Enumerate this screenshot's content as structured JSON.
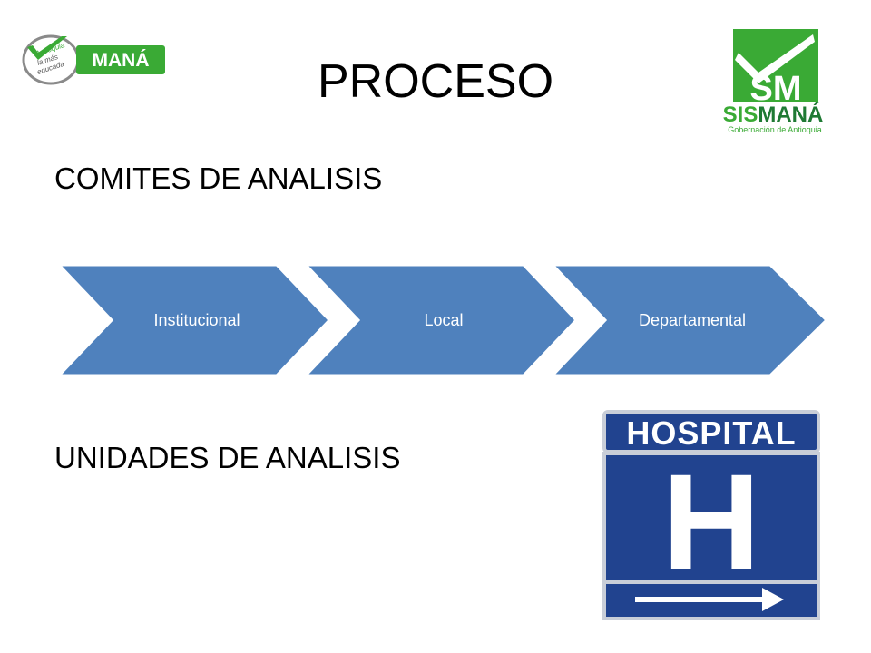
{
  "slide": {
    "title": "PROCESO",
    "heading1": "COMITES DE ANALISIS",
    "heading2": "UNIDADES DE ANALISIS"
  },
  "process_steps": [
    "Institucional",
    "Local",
    "Departamental"
  ],
  "logos": {
    "left": {
      "badge_text": "MANÁ",
      "slogan_lines": [
        "Antioquia",
        "la más",
        "educada"
      ]
    },
    "right": {
      "mark": "SM",
      "word_part1": "SIS",
      "word_part2": "MANÁ",
      "subtitle": "Gobernación de Antioquia"
    }
  },
  "sign": {
    "header": "HOSPITAL",
    "letter": "H"
  },
  "colors": {
    "chevron_fill": "#4f81bd",
    "logo_green": "#3aaa35",
    "sign_blue": "#21438f"
  }
}
